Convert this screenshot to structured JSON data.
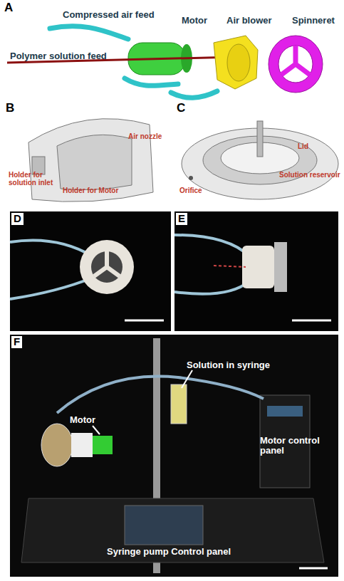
{
  "diagram": {
    "labels": [
      "A",
      "Compressed air feed",
      "Motor",
      "Air blower",
      "Spinneret",
      "Polymer solution feed",
      "B",
      "C",
      "Air nozzle",
      "Holder for solution inlet",
      "Holder for Motor",
      "Lid",
      "Solution reservoir",
      "Orifice",
      "D",
      "E",
      "F",
      "Solution in syringe",
      "Motor",
      "Motor control panel",
      "Syringe pump Control panel"
    ]
  }
}
